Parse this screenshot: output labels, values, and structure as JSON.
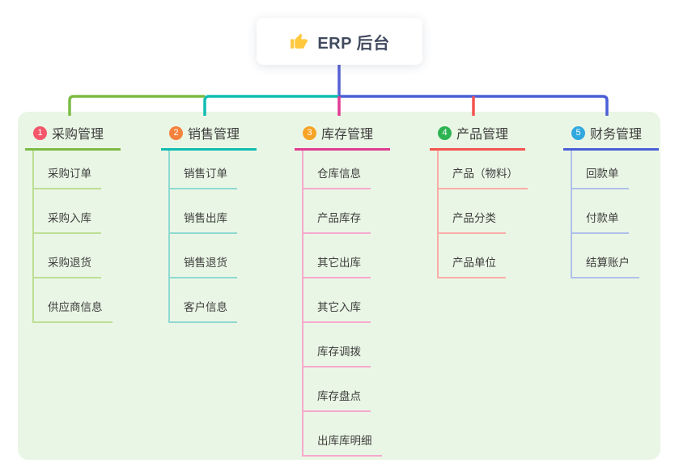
{
  "root": {
    "title": "ERP 后台",
    "icon": "thumbs-up",
    "stem_color": "#5560D5"
  },
  "panel": {
    "background": "#EAF6E5"
  },
  "branches": [
    {
      "number": "1",
      "label": "采购管理",
      "badge_color": "#F4566A",
      "line_color": "#7CBB44",
      "light_color": "#BCDF95",
      "children": [
        "采购订单",
        "采购入库",
        "采购退货",
        "供应商信息"
      ]
    },
    {
      "number": "2",
      "label": "销售管理",
      "badge_color": "#F5823C",
      "line_color": "#10BDB2",
      "light_color": "#8FD9D2",
      "children": [
        "销售订单",
        "销售出库",
        "销售退货",
        "客户信息"
      ]
    },
    {
      "number": "3",
      "label": "库存管理",
      "badge_color": "#F7A326",
      "line_color": "#E03B92",
      "light_color": "#F5A9CE",
      "children": [
        "仓库信息",
        "产品库存",
        "其它出库",
        "其它入库",
        "库存调拨",
        "库存盘点",
        "出库库明细"
      ]
    },
    {
      "number": "4",
      "label": "产品管理",
      "badge_color": "#2EB353",
      "line_color": "#F4534E",
      "light_color": "#FAACA8",
      "children": [
        "产品（物料）",
        "产品分类",
        "产品单位"
      ]
    },
    {
      "number": "5",
      "label": "财务管理",
      "badge_color": "#31A8DF",
      "line_color": "#4A5FD6",
      "light_color": "#AFC0EA",
      "children": [
        "回款单",
        "付款单",
        "结算账户"
      ]
    }
  ]
}
